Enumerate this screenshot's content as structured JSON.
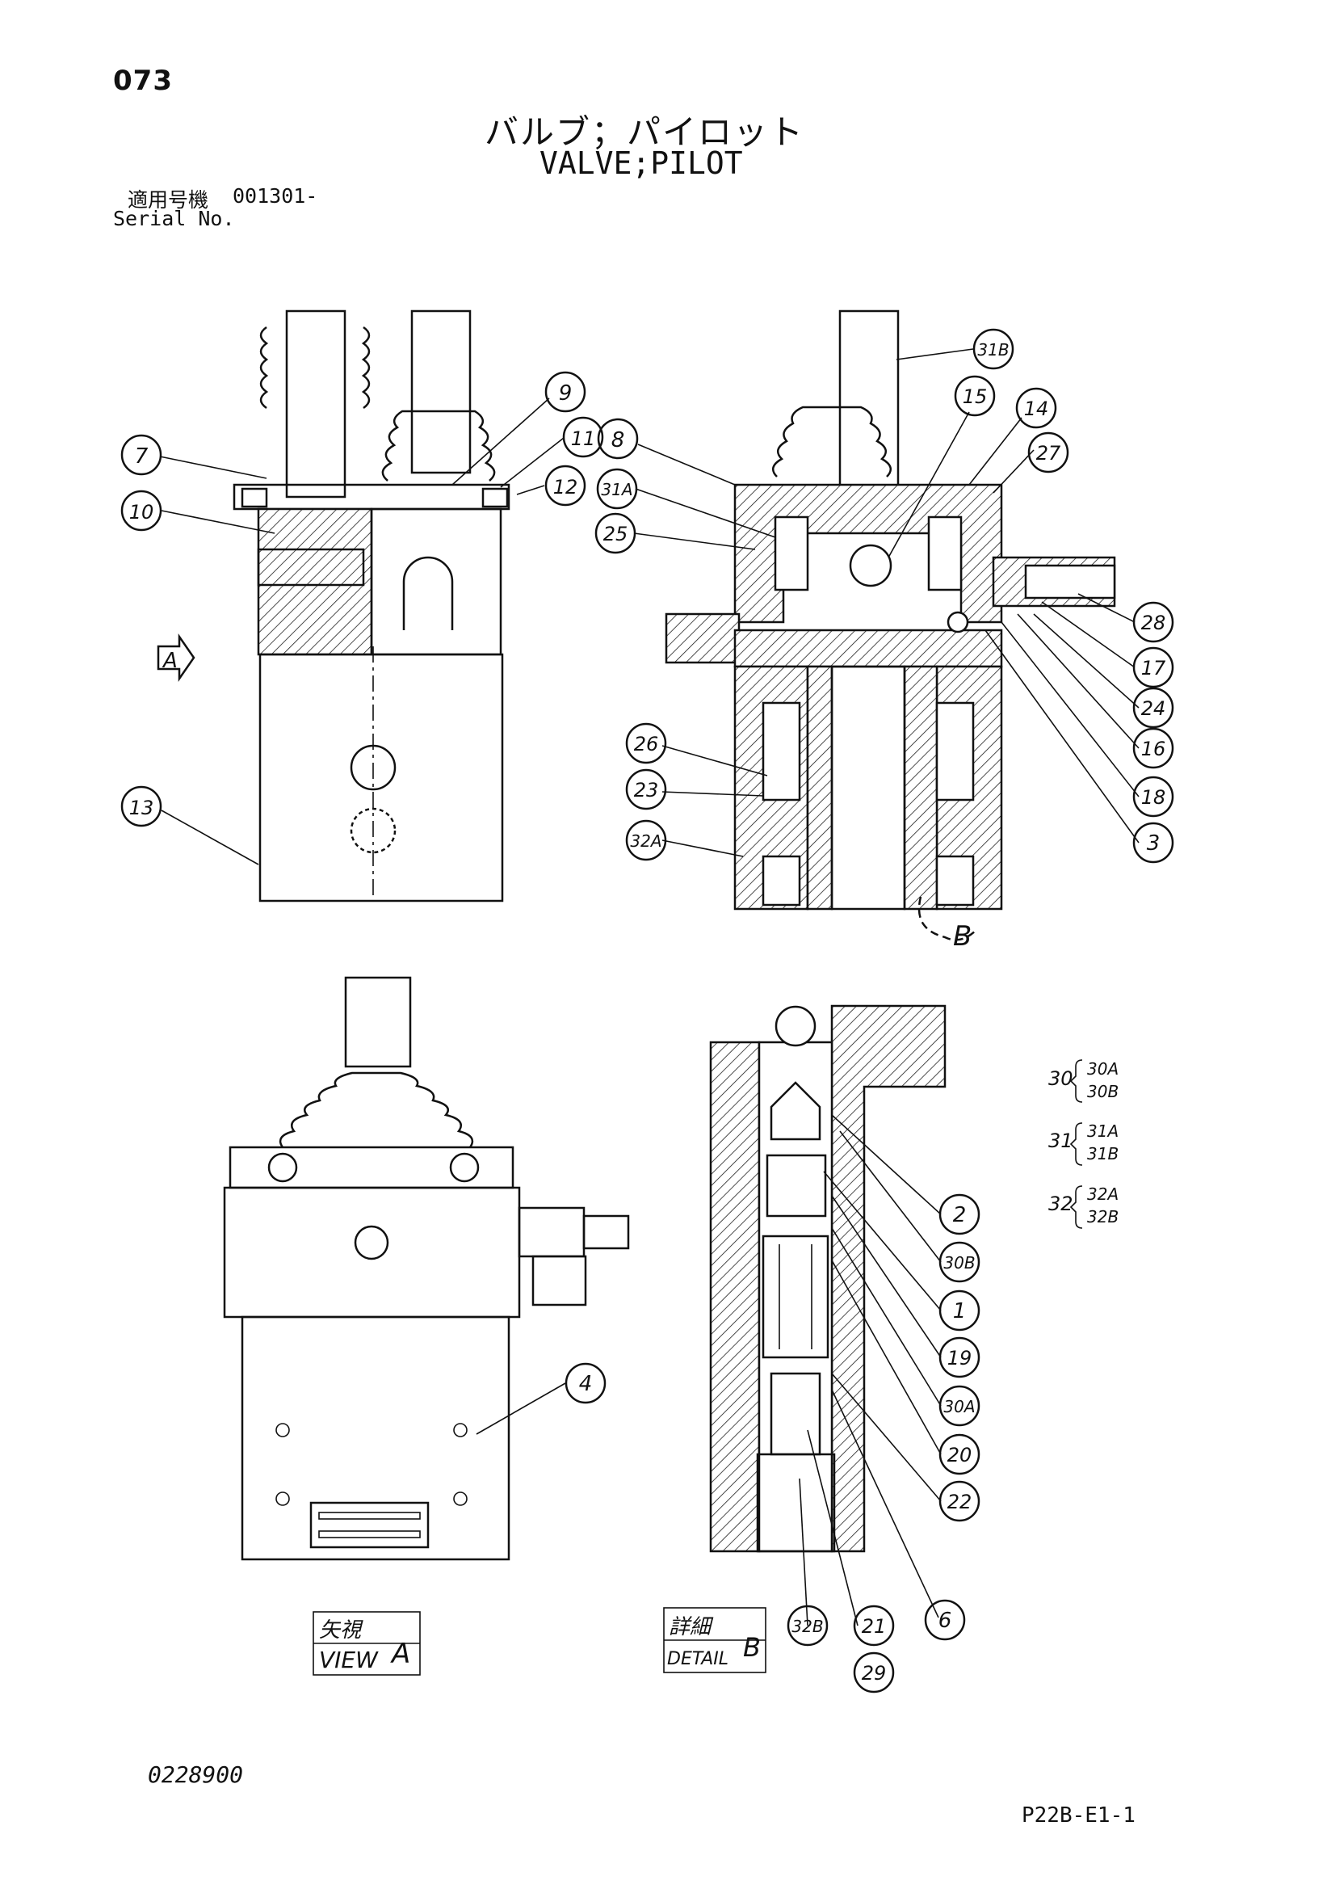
{
  "page_number": "073",
  "title_jp": "バルブ；パイロット",
  "title_en": "VALVE;PILOT",
  "serial_jp": "適用号機",
  "serial_value": "001301-",
  "serial_en": "Serial No.",
  "callouts": {
    "c7": "7",
    "c10": "10",
    "c9": "9",
    "c11": "11",
    "c12": "12",
    "c13": "13",
    "c8": "8",
    "c31A": "31A",
    "c25": "25",
    "c31B": "31B",
    "c15": "15",
    "c14": "14",
    "c27": "27",
    "c28": "28",
    "c17": "17",
    "c24": "24",
    "c16": "16",
    "c18": "18",
    "c3": "3",
    "c26": "26",
    "c23": "23",
    "c32A": "32A",
    "c4": "4",
    "c2": "2",
    "c30B": "30B",
    "c1": "1",
    "c19": "19",
    "c30A": "30A",
    "c20": "20",
    "c22": "22",
    "c32B": "32B",
    "c21": "21",
    "c6": "6",
    "c29": "29"
  },
  "view_arrow_letter": "A",
  "detail_letter": "B",
  "view_a_label": {
    "jp": "矢視",
    "en": "VIEW",
    "letter": "A"
  },
  "detail_b_label": {
    "jp": "詳細",
    "en": "DETAIL",
    "letter": "B"
  },
  "groups": [
    {
      "main": "30",
      "sub": [
        "30A",
        "30B"
      ]
    },
    {
      "main": "31",
      "sub": [
        "31A",
        "31B"
      ]
    },
    {
      "main": "32",
      "sub": [
        "32A",
        "32B"
      ]
    }
  ],
  "doc_code": "0228900",
  "page_code": "P22B-E1-1"
}
